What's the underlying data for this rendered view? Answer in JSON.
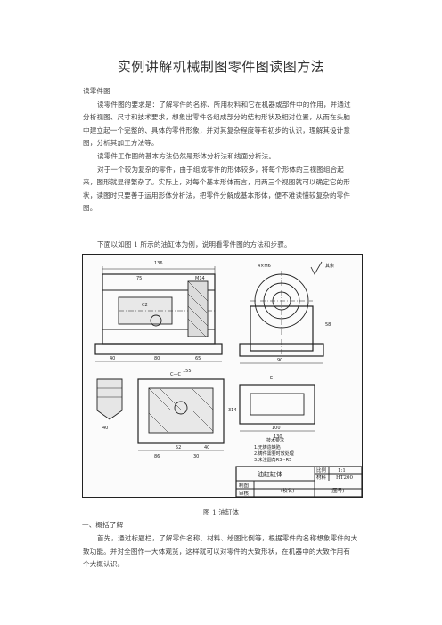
{
  "document": {
    "title": "实例讲解机械制图零件图读图方法",
    "intro": {
      "heading": "读零件图",
      "lines": [
        "读零件图的要求是：了解零件的名称、所用材料和它在机器或部件中的作用，并通过",
        "分析视图、尺寸和技术要求，想象出零件各组成部分的结构形状及相对位置，从而在头脑",
        "中建立起一个完整的、具体的零件形象，并对其复杂程度等有初步的认识，理解其设计意",
        "图，分析其加工方法等。",
        "读零件工作图的基本方法仍然是形体分析法和线面分析法。",
        "对于一个较为复杂的零件，由于组成零件的形体较多，将每个形体的三视图组合起",
        "来，图形就显得繁杂了。实际上，对每个基本形体而言，用两三个视图就可以确定它的形",
        "状，读图时只要善于运用形体分析法，把零件分解成基本形体，便不难读懂较复杂的零件",
        "图。"
      ]
    },
    "lead_in": "下面以如图 1 所示的油缸体为例，说明看零件图的方法和步骤。",
    "figure": {
      "caption": "图 1 油缸体",
      "labels": {
        "roughness_note": "其余",
        "view_cc": "C—C",
        "view_e": "E",
        "tech_heading": "技术要求",
        "tech_items": [
          "1.无铸造缺陷",
          "2.铸件需要时效处理",
          "3.未注圆角R3~R5"
        ],
        "tb_name": "油缸缸体",
        "tb_scale_label": "比例",
        "tb_scale": "1:1",
        "tb_material_label": "材料",
        "tb_material": "HT200",
        "tb_drawn": "制图",
        "tb_checked": "审核",
        "tb_school": "(校名)",
        "tb_dwg": "(图号)",
        "dims": [
          "136",
          "75",
          "M14",
          "4×M6",
          "C2",
          "80",
          "40",
          "65",
          "100",
          "130",
          "314",
          "40",
          "86",
          "52",
          "30",
          "40",
          "155",
          "90",
          "58"
        ]
      }
    },
    "section_heading": "一、概括了解",
    "body_lines": [
      "首先，通过标题栏，了解零件名称、材料、绘图比例等，根据零件的名称想象零件的大",
      "致功能。并对全图作一大体观览，这样就可以对零件的大致形状，在机器中的大致作用有",
      "个大概认识。"
    ]
  }
}
